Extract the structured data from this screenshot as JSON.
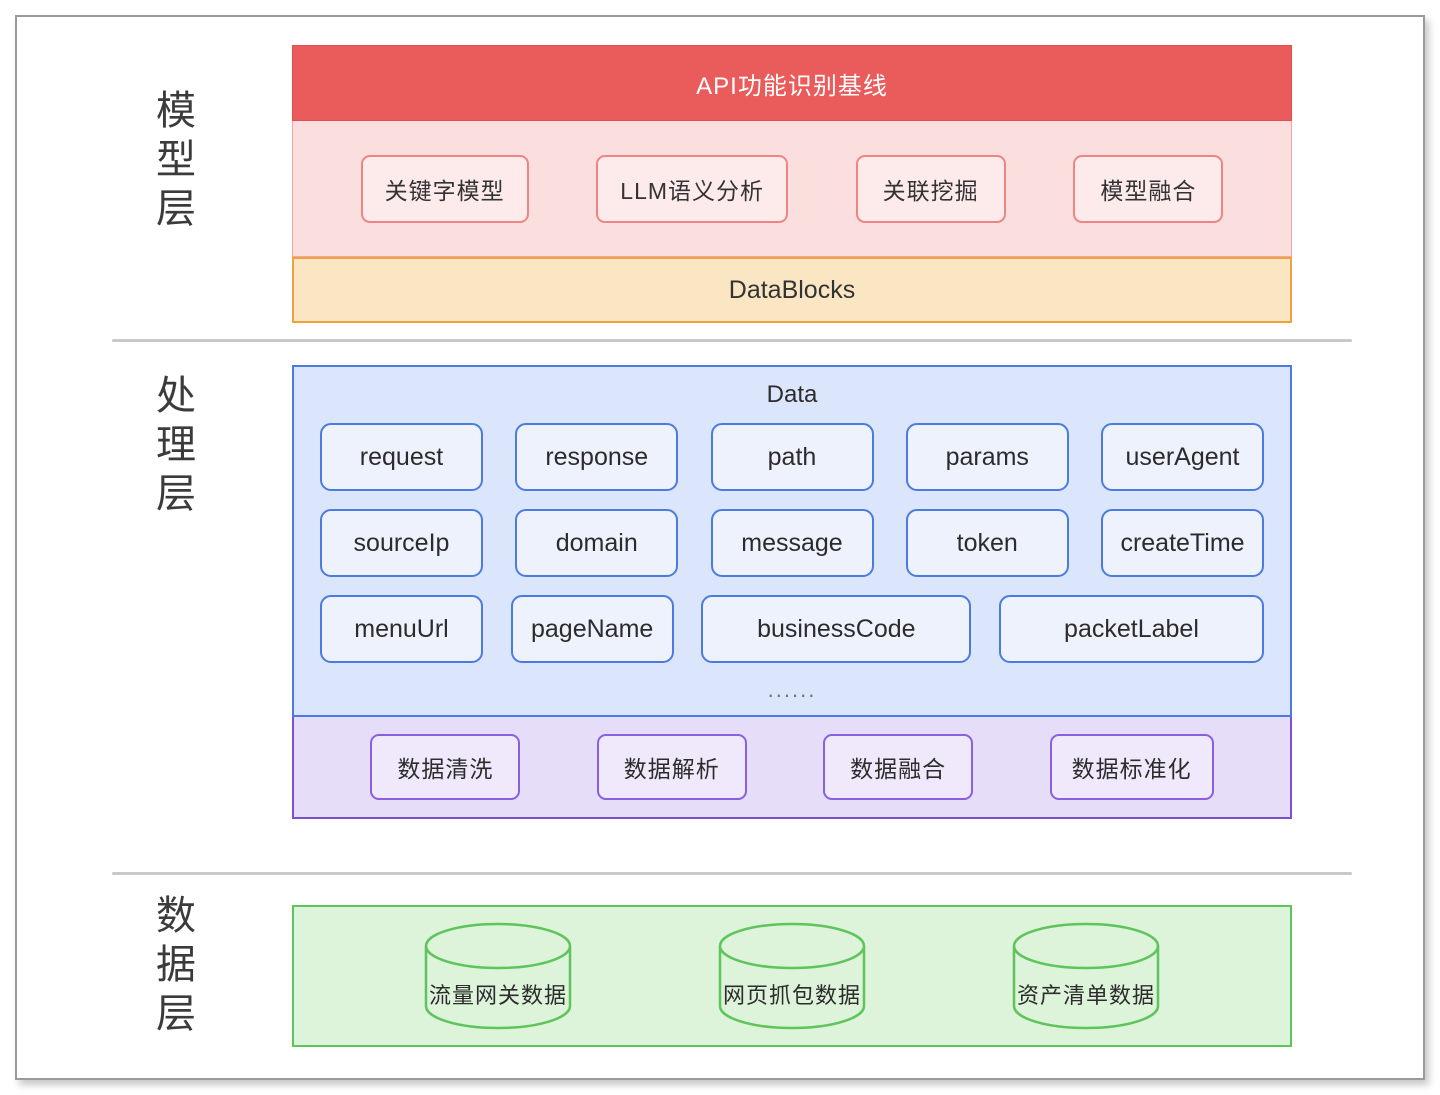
{
  "diagram": {
    "layers": {
      "model": {
        "label_chars": [
          "模",
          "型",
          "层"
        ],
        "title": "API功能识别基线",
        "methods": [
          {
            "label": "关键字模型"
          },
          {
            "label": "LLM语义分析"
          },
          {
            "label": "关联挖掘"
          },
          {
            "label": "模型融合"
          }
        ],
        "datablocks": "DataBlocks",
        "colors": {
          "title_bar": "#ea5b5b",
          "methods_bg": "#fbdede",
          "methods_border": "#ef8484",
          "datablocks_bg": "#fbe6c4",
          "datablocks_border": "#f0a33c"
        }
      },
      "process": {
        "label_chars": [
          "处",
          "理",
          "层"
        ],
        "data_panel_title": "Data",
        "field_rows": [
          [
            "request",
            "response",
            "path",
            "params",
            "userAgent"
          ],
          [
            "sourceIp",
            "domain",
            "message",
            "token",
            "createTime"
          ],
          [
            "menuUrl",
            "pageName",
            "businessCode",
            "packetLabel"
          ]
        ],
        "ellipsis": "......",
        "process_steps": [
          {
            "label": "数据清洗"
          },
          {
            "label": "数据解析"
          },
          {
            "label": "数据融合"
          },
          {
            "label": "数据标准化"
          }
        ],
        "colors": {
          "data_bg": "#dbe5fb",
          "data_border": "#4a7ce0",
          "process_bg": "#e6ddf8",
          "process_border": "#7b4fd4"
        }
      },
      "data": {
        "label_chars": [
          "数",
          "据",
          "层"
        ],
        "sources": [
          {
            "label": "流量网关数据"
          },
          {
            "label": "网页抓包数据"
          },
          {
            "label": "资产清单数据"
          }
        ],
        "colors": {
          "panel_bg": "#ddf3da",
          "panel_border": "#5ec45b",
          "cylinder_stroke": "#5ec45b"
        }
      }
    }
  }
}
